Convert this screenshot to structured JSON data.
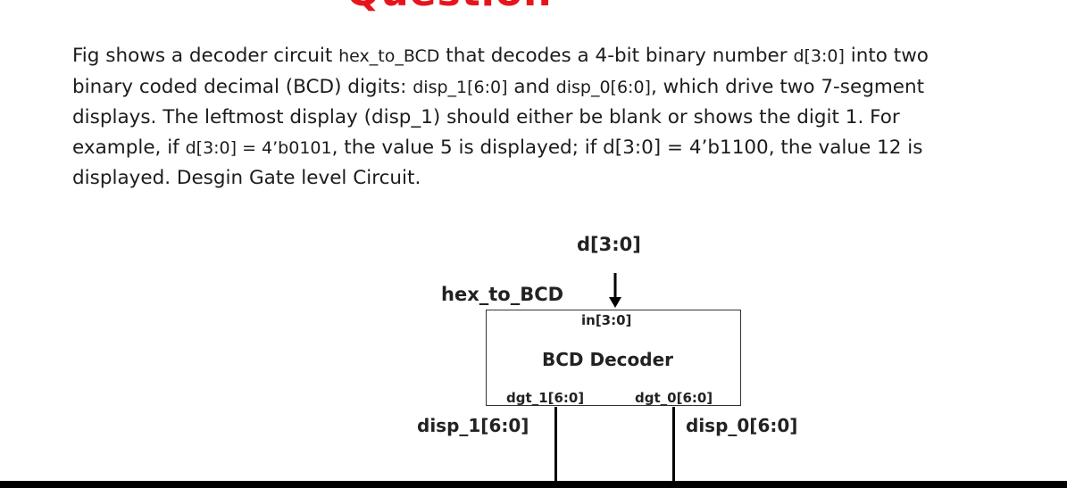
{
  "title": "Question",
  "paragraph": {
    "segments": [
      "Fig shows a decoder circuit ",
      "hex_to_BCD",
      " that decodes a 4-bit binary number ",
      "d[3:0]",
      " into two binary coded decimal (BCD) digits: ",
      "disp_1[6:0]",
      " and ",
      "disp_0[6:0]",
      ", which drive two 7-segment displays. The leftmost display (disp_1) should either be blank or shows the digit 1. For example, if ",
      "d[3:0] = 4’b0101",
      ", the value 5 is displayed; if ",
      "d[3:0] = 4’b1100",
      ", the value 12 is displayed. Desgin Gate level Circuit."
    ]
  },
  "diagram": {
    "input_signal": "d[3:0]",
    "module_name": "hex_to_BCD",
    "box_label": "BCD Decoder",
    "port_in": "in[3:0]",
    "port_dgt1": "dgt_1[6:0]",
    "port_dgt0": "dgt_0[6:0]",
    "out_left": "disp_1[6:0]",
    "out_right": "disp_0[6:0]"
  }
}
